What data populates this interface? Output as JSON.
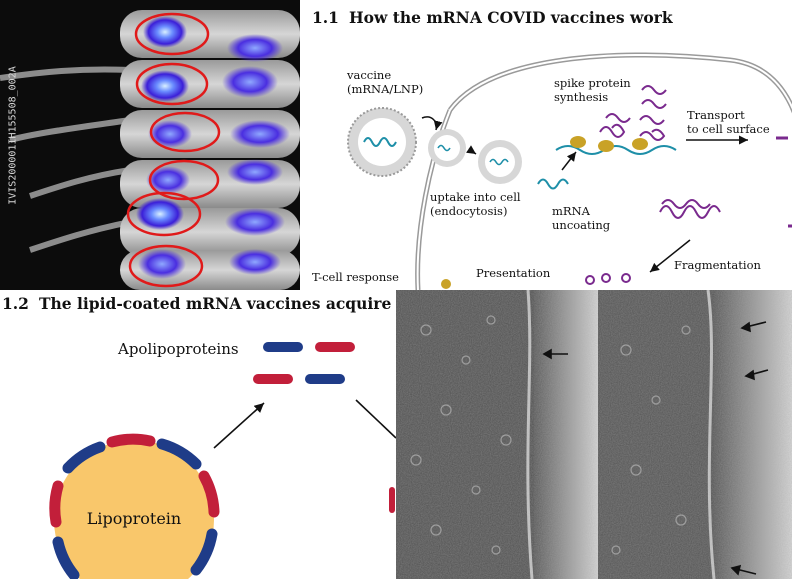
{
  "mouse_image": {
    "side_text": "IVIS200001IH155508_002A"
  },
  "section_1_1": {
    "number": "1.1",
    "title": "How the mRNA COVID vaccines work",
    "labels": {
      "vaccine": "vaccine",
      "vaccine_sub": "(mRNA/LNP)",
      "spike": "spike protein",
      "spike_sub": "synthesis",
      "transport": "Transport",
      "transport_sub": "to cell surface",
      "uptake": "uptake into cell",
      "uptake_sub": "(endocytosis)",
      "mrna": "mRNA",
      "mrna_sub": "uncoating",
      "fragmentation": "Fragmentation",
      "tcell": "T-cell response",
      "presentation": "Presentation"
    }
  },
  "section_1_2": {
    "number": "1.2",
    "title": "The lipid-coated mRNA vaccines acquire a",
    "apolipoproteins": "Apolipoproteins",
    "lipoprotein": "Lipoprotein"
  },
  "colors": {
    "red": "#c21f3a",
    "blue": "#1f3c88",
    "lipoprotein_fill": "#f9c76b",
    "purple": "#7a2a8e",
    "teal": "#1e8fa8",
    "cell_border": "#9a9a9a"
  }
}
